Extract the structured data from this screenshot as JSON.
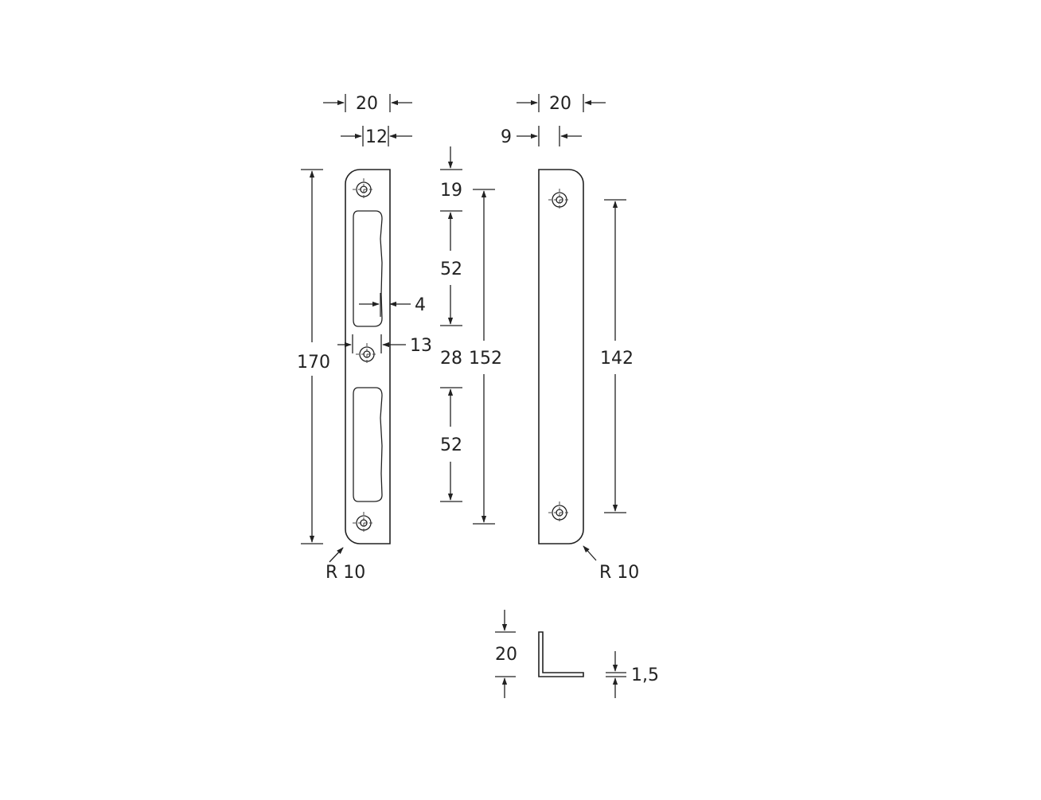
{
  "labels": {
    "left_width_20": "20",
    "left_width_12": "12",
    "right_width_20": "20",
    "right_offset_9": "9",
    "height_170": "170",
    "radius_left": "R 10",
    "slot_4": "4",
    "hole_13": "13",
    "spacing_19": "19",
    "spacing_52_top": "52",
    "spacing_28": "28",
    "spacing_52_bottom": "52",
    "spacing_152": "152",
    "spacing_142": "142",
    "radius_right": "R 10",
    "profile_20": "20",
    "thickness_1_5": "1,5"
  },
  "colors": {
    "line": "#222222",
    "background": "#ffffff"
  }
}
